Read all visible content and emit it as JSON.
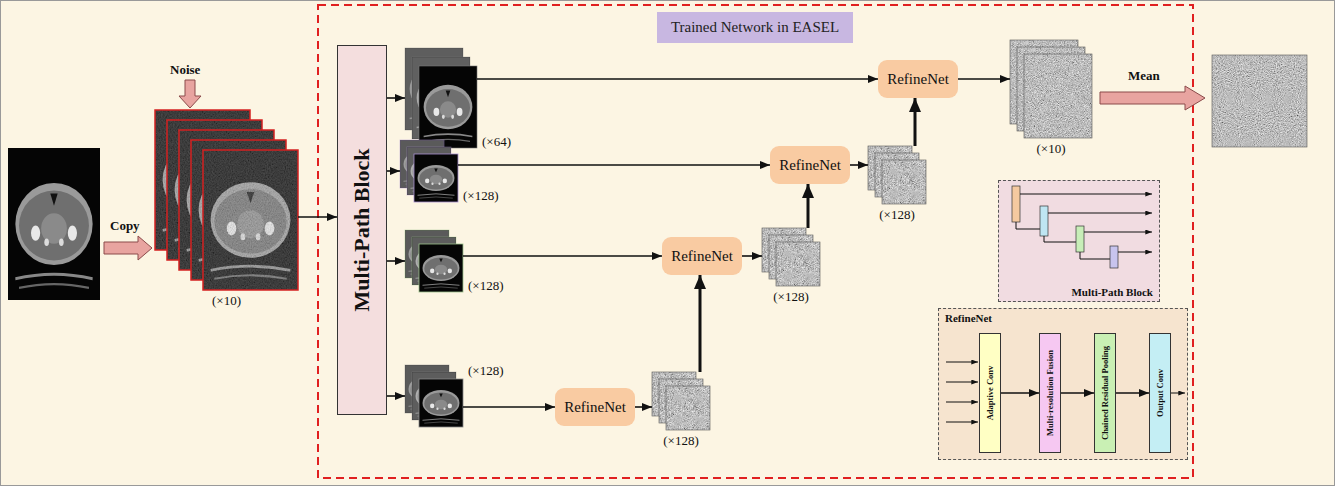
{
  "diagram": {
    "nodes": [
      {
        "text": [
          "Trained Network in EASEL"
        ]
      },
      {
        "text": [
          "(×10)"
        ]
      },
      {
        "text": [
          "Multi-Path Block"
        ]
      },
      {
        "text": [
          "(×64)"
        ]
      },
      {
        "text": [
          "(×128)"
        ]
      },
      {
        "text": [
          "(×128)"
        ]
      },
      {
        "text": [
          "(×128)"
        ]
      },
      {
        "text": [
          "RefineNet"
        ]
      },
      {
        "text": [
          "(×128)"
        ]
      },
      {
        "text": [
          "RefineNet"
        ]
      },
      {
        "text": [
          "(×128)"
        ]
      },
      {
        "text": [
          "RefineNet"
        ]
      },
      {
        "text": [
          "(×128)"
        ]
      },
      {
        "text": [
          "RefineNet"
        ]
      },
      {
        "text": [
          "(×10)"
        ]
      },
      {
        "text": [
          "Multi-Path Block"
        ]
      },
      {
        "text": [
          "RefineNet"
        ]
      },
      {
        "text": [
          "Adaptive Conv"
        ],
        "in": 16
      },
      {
        "text": [
          "Multi-resolution Fusion"
        ],
        "in": 16
      },
      {
        "text": [
          "Chained Residual Pooling"
        ],
        "in": 16
      },
      {
        "text": [
          "Output Conv"
        ],
        "in": 16
      }
    ],
    "edges": [
      {
        "from": 1,
        "to": 2,
        "arrow": "to"
      },
      {
        "from": 2,
        "to": 3,
        "arrow": "to"
      },
      {
        "from": 2,
        "to": 4,
        "arrow": "to"
      },
      {
        "from": 2,
        "to": 5,
        "arrow": "to"
      },
      {
        "from": 2,
        "to": 6,
        "arrow": "to"
      },
      {
        "from": 3,
        "to": 13,
        "arrow": "to"
      },
      {
        "from": 4,
        "to": 11,
        "arrow": "to"
      },
      {
        "from": 5,
        "to": 9,
        "arrow": "to"
      },
      {
        "from": 6,
        "to": 7,
        "arrow": "to"
      },
      {
        "from": 7,
        "to": 8,
        "arrow": "to"
      },
      {
        "from": 8,
        "to": 9,
        "arrow": "to"
      },
      {
        "from": 9,
        "to": 10,
        "arrow": "to"
      },
      {
        "from": 10,
        "to": 11,
        "arrow": "to"
      },
      {
        "from": 11,
        "to": 12,
        "arrow": "to"
      },
      {
        "from": 12,
        "to": 13,
        "arrow": "to"
      },
      {
        "from": 13,
        "to": 14,
        "arrow": "to"
      },
      {
        "from": 17,
        "to": 18,
        "arrow": "to"
      },
      {
        "from": 18,
        "to": 19,
        "arrow": "to"
      },
      {
        "from": 19,
        "to": 20,
        "arrow": "to"
      }
    ],
    "labels": [
      "Copy",
      "Noise",
      "Mean"
    ]
  }
}
